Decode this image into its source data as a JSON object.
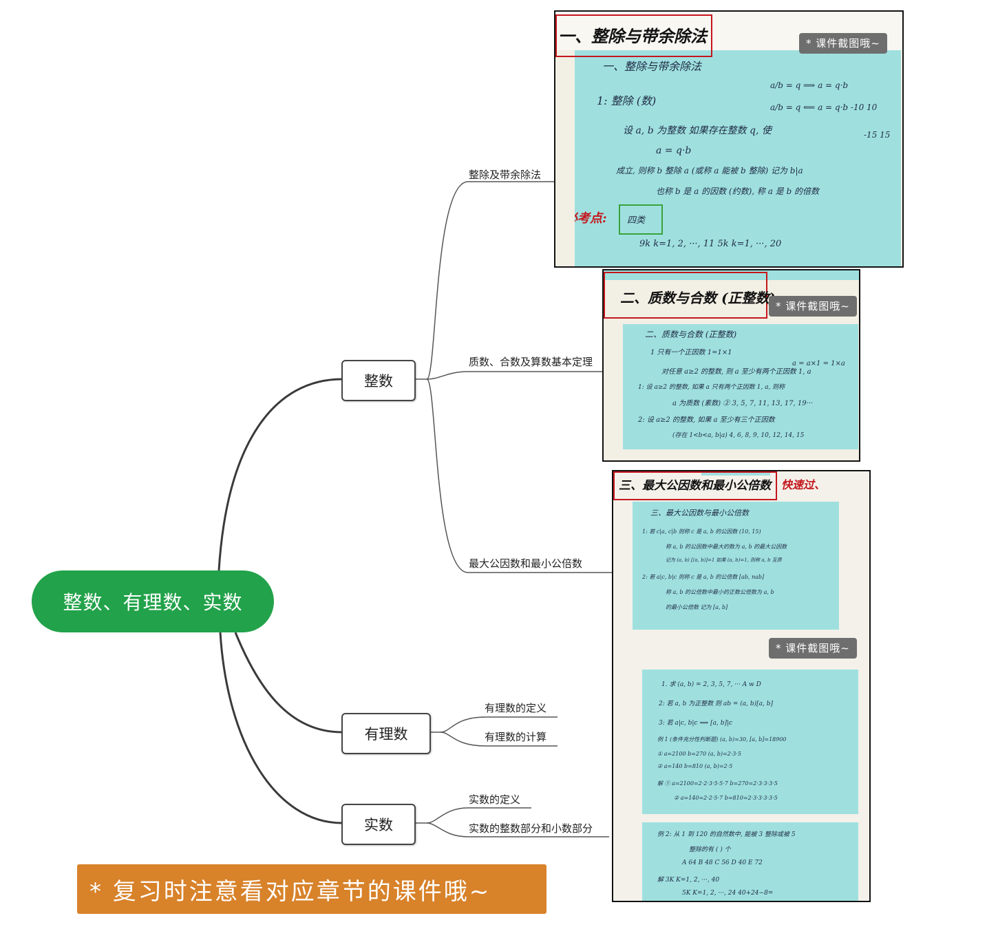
{
  "root": {
    "label": "整数、有理数、实数"
  },
  "topics": [
    {
      "label": "整数",
      "children": [
        "整除及带余除法",
        "质数、合数及算数基本定理",
        "最大公因数和最小公倍数"
      ]
    },
    {
      "label": "有理数",
      "children": [
        "有理数的定义",
        "有理数的计算"
      ]
    },
    {
      "label": "实数",
      "children": [
        "实数的定义",
        "实数的整数部分和小数部分"
      ]
    }
  ],
  "screenshots": [
    {
      "header": "一、整除与带余除法",
      "badge": "* 课件截图哦~",
      "lines": [
        "一、整除与带余除法",
        "1: 整除 (数)",
        "设 a, b 为整数  如果存在整数 q, 使",
        "a = q·b",
        "成立, 则称 b 整除 a (或称 a 能被 b 整除) 记为 b|a",
        "也称 b 是 a 的因数 (约数), 称 a 是 b 的倍数",
        "9k   k=1, 2, ···, 11       5k   k=1, ···, 20"
      ],
      "side": [
        "a/b = q ⟹ a = q·b",
        "a/b = q ⟸ a = q·b  -10  10",
        "-15  15"
      ],
      "mark": "必考点:",
      "boxed": "四类"
    },
    {
      "header": "二、质数与合数 (正整数)",
      "badge": "* 课件截图哦~",
      "lines": [
        "二、质数与合数 (正整数)",
        "1  只有一个正因数   1=1×1",
        "对任意 a≥2 的整数, 则 a 至少有两个正因数 1, a",
        "1: 设 a≥2 的整数, 如果 a 只有两个正因数 1, a, 则称",
        "a 为质数 (素数)  ② 3, 5, 7, 11, 13, 17, 19···",
        "2: 设 a≥2 的整数, 如果 a 至少有三个正因数",
        "(存在 1<b<a, b|a)   4, 6, 8, 9, 10, 12, 14, 15"
      ],
      "side": [
        "a = a×1 = 1×a"
      ]
    },
    {
      "header": "三、最大公因数和最小公倍数",
      "mark": "快速过、",
      "badge": "* 课件截图哦~",
      "lines": [
        "三、最大公因数与最小公倍数",
        "1: 若 c|a, c|b  则称 c 是 a, b 的公因数 (10, 15)",
        "称 a, b 的公因数中最大的数为 a, b 的最大公因数",
        "记为 (a, b)    [(a, b)]=1  如果 (a, b)=1, 则称 a, b 互质",
        "2: 若 a|c, b|c  则称 c 是 a, b 的公倍数 [ab, nab]",
        "称 a, b 的公倍数中最小的正数公倍数为 a, b",
        "的最小公倍数  记为 [a, b]"
      ],
      "lines2": [
        "1. 求 (a, b) =       2, 3, 5, 7, ···     A  w  D",
        "2: 若 a, b 为正整数   则 ab = (a, b)[a, b]",
        "3: 若 a|c, b|c  ⟺  [a, b]|c",
        "例 1 (条件充分性判断题)  (a, b)=30, [a, b]=18900",
        "① a=2100  b=270      (a, b)=2·3·5",
        "② a=140  b=810      (a, b)=2·5",
        "解  ① a=2100=2·2·3·5·5·7   b=270=2·3·3·3·5",
        "② a=140=2·2·5·7   b=810=2·3·3·3·3·5"
      ],
      "lines3": [
        "例 2:   从 1 到 120 的自然数中, 能被 3 整除或被 5",
        "整除的有 (  ) 个",
        "A 64   B 48   C 56   D 40   E 72",
        "解  3K   K=1, 2, ···, 40",
        "5K   K=1, 2, ···, 24          40+24−8="
      ]
    }
  ],
  "note": "* 复习时注意看对应章节的课件哦~"
}
